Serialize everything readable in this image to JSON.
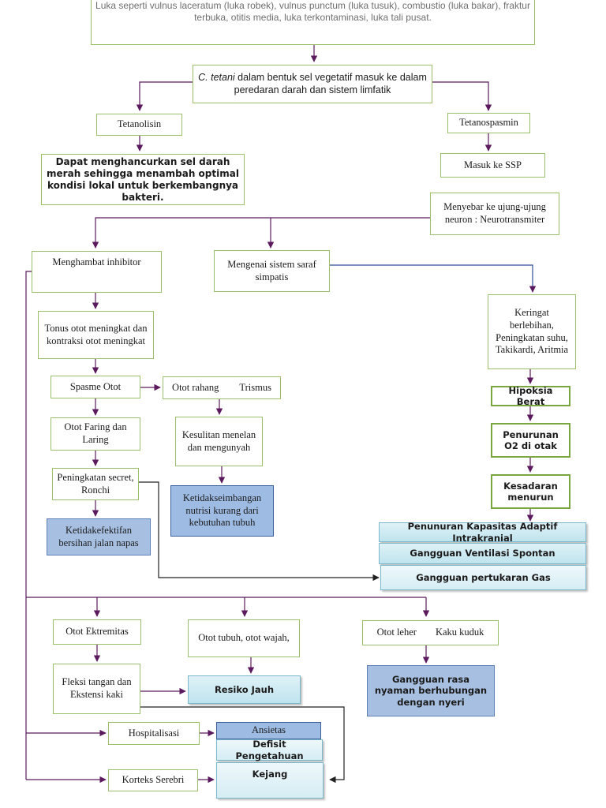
{
  "nodes": {
    "wound_types": "Luka seperti vulnus laceratum (luka robek), vulnus punctum (luka tusuk), combustio (luka bakar), fraktur terbuka, otitis media, luka terkontaminasi, luka tali pusat.",
    "ctetani_italic": "C. tetani",
    "ctetani_rest": " dalam bentuk sel vegetatif masuk ke dalam peredaran darah dan sistem limfatik",
    "tetanolisin": "Tetanolisin",
    "tetanospasmin": "Tetanospasmin",
    "tetanolisin_effect": "Dapat menghancurkan sel darah merah sehingga menambah optimal kondisi lokal untuk berkembangnya bakteri.",
    "masuk_ssp": "Masuk ke SSP",
    "menyebar": "Menyebar ke ujung-ujung neuron : Neurotransmiter",
    "menghambat": "Menghambat inhibitor",
    "simpatis": "Mengenai sistem saraf simpatis",
    "keringat": "Keringat berlebihan, Peningkatan suhu, Takikardi, Aritmia",
    "tonus": "Tonus otot meningkat dan kontraksi otot meningkat",
    "spasme": "Spasme Otot",
    "otot_rahang": "Otot rahang",
    "trismus": "Trismus",
    "hipoksia": "Hipoksia Berat",
    "faring": "Otot Faring dan Laring",
    "kesulitan": "Kesulitan menelan dan mengunyah",
    "penurunan_o2": "Penurunan O2 di otak",
    "secret": "Peningkatan secret, Ronchi",
    "nutrisi": "Ketidakseimbangan nutrisi kurang dari kebutuhan tubuh",
    "kesadaran": "Kesadaran menurun",
    "bersihan": "Ketidakefektifan bersihan jalan napas",
    "intrakranial": "Penunuran Kapasitas Adaptif Intrakranial",
    "ventilasi": "Gangguan Ventilasi Spontan",
    "pertukaran": "Gangguan pertukaran Gas",
    "ekstremitas": "Otot Ektremitas",
    "tubuh_wajah": "Otot tubuh, otot wajah,",
    "otot_leher": "Otot leher",
    "kaku_kuduk": "Kaku kuduk",
    "fleksi": "Fleksi tangan dan Ekstensi kaki",
    "resiko": "Resiko Jauh",
    "nyaman": "Gangguan rasa nyaman berhubungan dengan nyeri",
    "hospitalisasi": "Hospitalisasi",
    "ansietas": "Ansietas",
    "defisit": "Defisit Pengetahuan",
    "korteks": "Korteks Serebri",
    "kejang": "Kejang"
  },
  "colors": {
    "arrow": "#5b1a5e",
    "box_border": "#9bbf6b",
    "diagnosis_blue": "#a7c0e2",
    "diagnosis_teal": "#bfe4ee"
  }
}
